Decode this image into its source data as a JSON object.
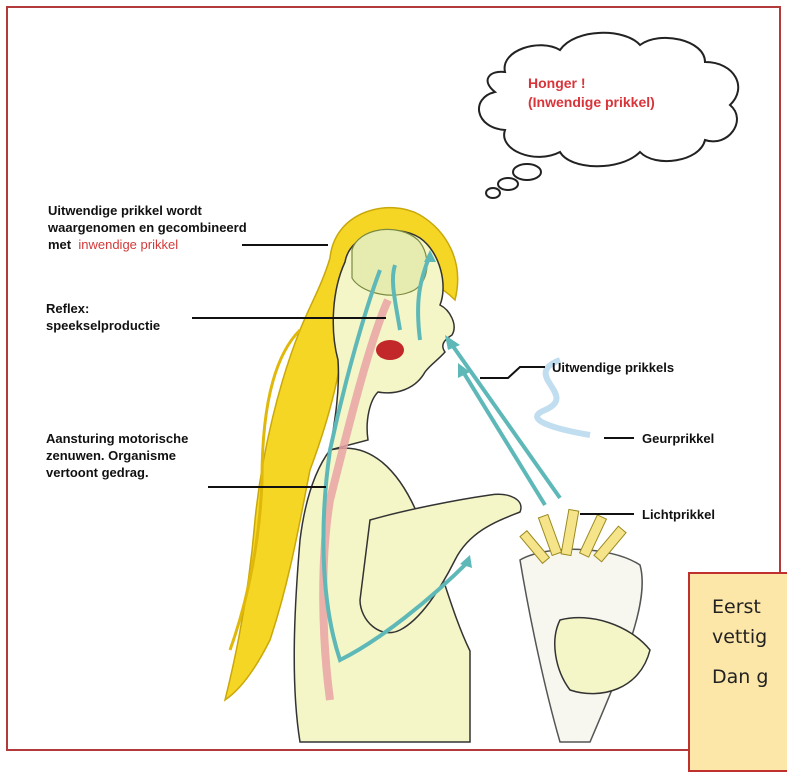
{
  "cloud": {
    "line1": "Honger !",
    "line2": "(Inwendige prikkel)"
  },
  "labels": {
    "perception_line1": "Uitwendige prikkel wordt",
    "perception_line2": "waargenomen en gecombineerd",
    "perception_line3_prefix": "met",
    "perception_line3_highlight": "inwendige prikkel",
    "reflex_line1": "Reflex:",
    "reflex_line2": "speekselproductie",
    "motor_line1": "Aansturing motorische",
    "motor_line2": "zenuwen. Organisme",
    "motor_line3": "vertoont  gedrag.",
    "external": "Uitwendige prikkels",
    "smell": "Geurprikkel",
    "light": "Lichtprikkel"
  },
  "callout": {
    "line1": "Eerst",
    "line2": "vettig",
    "line3": "Dan g"
  },
  "colors": {
    "border": "#b23a3a",
    "highlight": "#d33a3a",
    "arrow": "#5fb8b8",
    "nerve": "#e8a3a3",
    "hair": "#f5d624",
    "callout_bg": "#fde7a8"
  }
}
